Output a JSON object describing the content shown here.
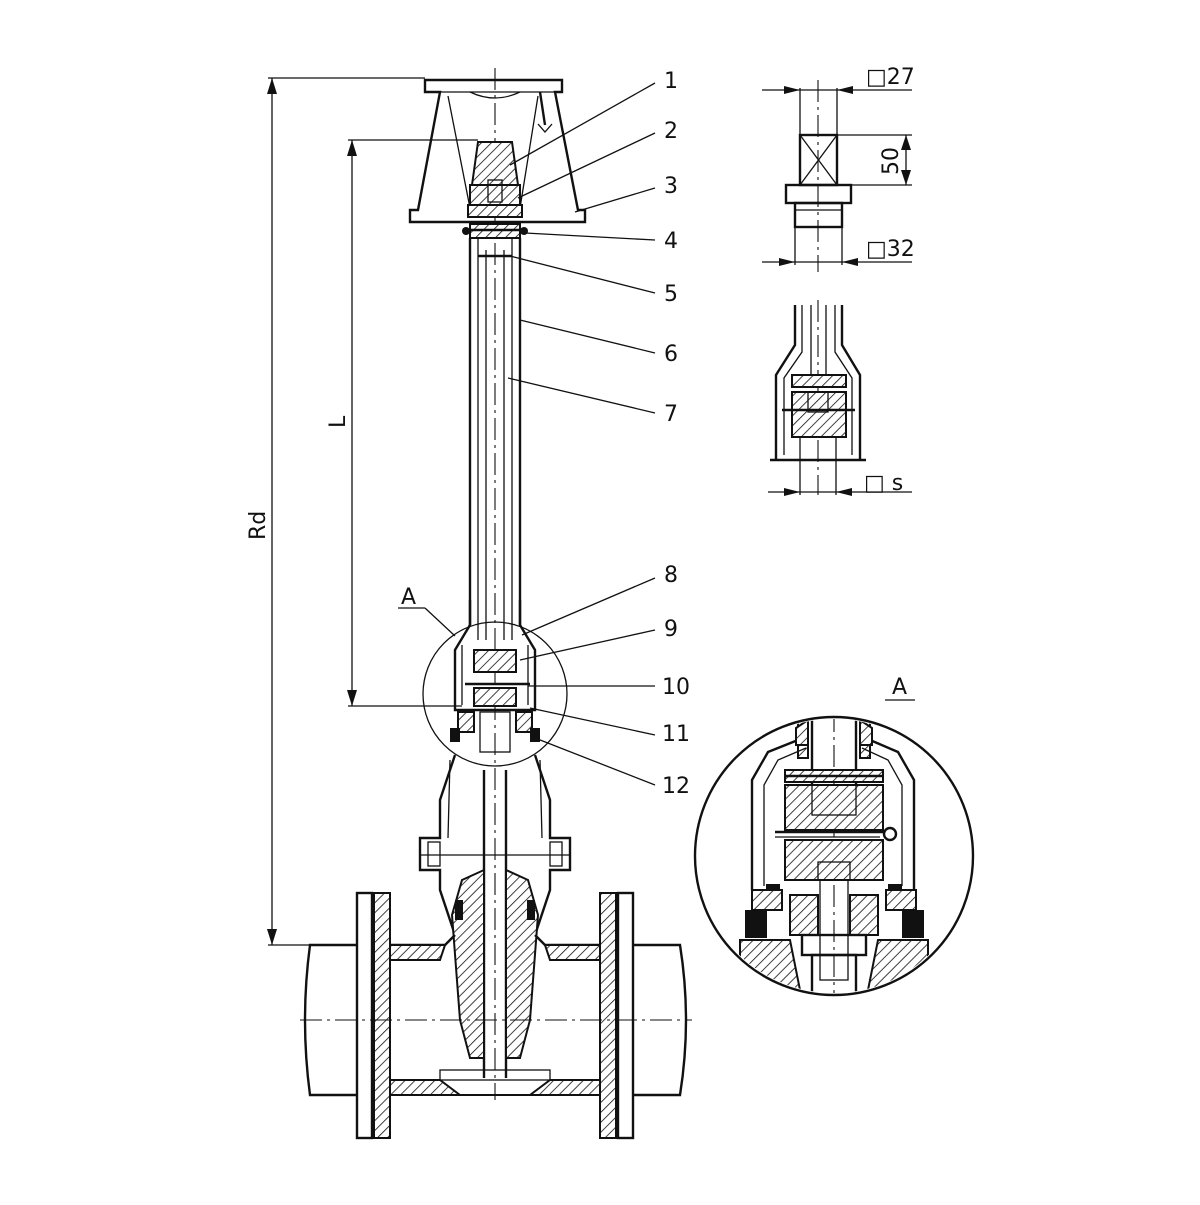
{
  "drawing": {
    "part_numbers": [
      "1",
      "2",
      "3",
      "4",
      "5",
      "6",
      "7",
      "8",
      "9",
      "10",
      "11",
      "12"
    ],
    "dimensions": {
      "overall_height": "Rd",
      "extension_length": "L",
      "top_square": "□27",
      "top_height": "50",
      "base_square": "□32",
      "socket_square": "□ s"
    },
    "detail_label": "A",
    "detail_label_enlarged": "A"
  }
}
